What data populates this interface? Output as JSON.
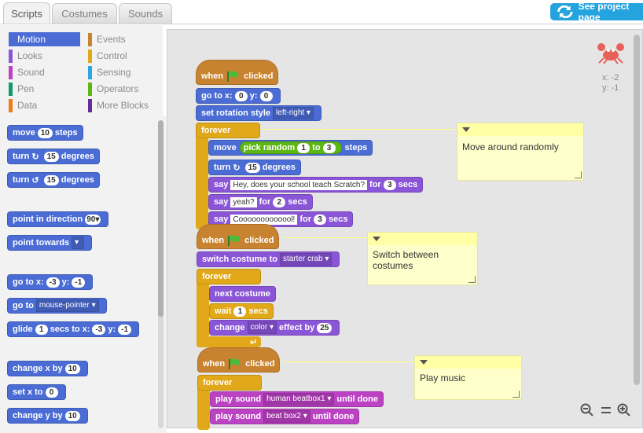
{
  "tabs": [
    {
      "label": "Scripts"
    },
    {
      "label": "Costumes"
    },
    {
      "label": "Sounds"
    }
  ],
  "share": {
    "label": "See project page"
  },
  "categories": [
    {
      "label": "Motion",
      "color": "#4a6cd4"
    },
    {
      "label": "Looks",
      "color": "#8a55d7"
    },
    {
      "label": "Sound",
      "color": "#bb42c3"
    },
    {
      "label": "Pen",
      "color": "#0e9a6c"
    },
    {
      "label": "Data",
      "color": "#ee7d16"
    },
    {
      "label": "Events",
      "color": "#c88330"
    },
    {
      "label": "Control",
      "color": "#e1a91a"
    },
    {
      "label": "Sensing",
      "color": "#2ca5e2"
    },
    {
      "label": "Operators",
      "color": "#5cb712"
    },
    {
      "label": "More Blocks",
      "color": "#632d99"
    }
  ],
  "palette": {
    "move": {
      "a": "move",
      "n": "10",
      "b": "steps"
    },
    "turn_cw": {
      "a": "turn",
      "n": "15",
      "b": "degrees"
    },
    "turn_ccw": {
      "a": "turn",
      "n": "15",
      "b": "degrees"
    },
    "point_dir": {
      "a": "point in direction",
      "n": "90"
    },
    "point_towards": {
      "a": "point towards",
      "d": ""
    },
    "goto_xy": {
      "a": "go to x:",
      "x": "-3",
      "b": "y:",
      "y": "-1"
    },
    "goto": {
      "a": "go to",
      "d": "mouse-pointer"
    },
    "glide": {
      "a": "glide",
      "n": "1",
      "b": "secs to x:",
      "x": "-3",
      "c": "y:",
      "y": "-1"
    },
    "change_x": {
      "a": "change x by",
      "n": "10"
    },
    "set_x": {
      "a": "set x to",
      "n": "0"
    },
    "change_y": {
      "a": "change y by",
      "n": "10"
    }
  },
  "sprite": {
    "x": "x: -2",
    "y": "y: -1"
  },
  "script1": {
    "hat": {
      "a": "when",
      "b": "clicked"
    },
    "goto": {
      "a": "go to x:",
      "x": "0",
      "b": "y:",
      "y": "0"
    },
    "rot": {
      "a": "set rotation style",
      "d": "left-right"
    },
    "forever": "forever",
    "move": {
      "a": "move",
      "r": "pick random",
      "n1": "1",
      "to": "to",
      "n2": "3",
      "b": "steps"
    },
    "turn": {
      "a": "turn",
      "n": "15",
      "b": "degrees"
    },
    "say1": {
      "a": "say",
      "s": "Hey, does your school teach Scratch?",
      "b": "for",
      "n": "3",
      "c": "secs"
    },
    "say2": {
      "a": "say",
      "s": "yeah?",
      "b": "for",
      "n": "2",
      "c": "secs"
    },
    "say3": {
      "a": "say",
      "s": "Cooooooooooool!",
      "b": "for",
      "n": "3",
      "c": "secs"
    }
  },
  "script2": {
    "hat": {
      "a": "when",
      "b": "clicked"
    },
    "switch": {
      "a": "switch costume to",
      "d": "starter crab"
    },
    "forever": "forever",
    "next": "next costume",
    "wait": {
      "a": "wait",
      "n": "1",
      "b": "secs"
    },
    "change": {
      "a": "change",
      "d": "color",
      "b": "effect by",
      "n": "25"
    }
  },
  "script3": {
    "hat": {
      "a": "when",
      "b": "clicked"
    },
    "forever": "forever",
    "play1": {
      "a": "play sound",
      "d": "human beatbox1",
      "b": "until done"
    },
    "play2": {
      "a": "play sound",
      "d": "beat box2",
      "b": "until done"
    }
  },
  "notes": [
    "Move around randomly",
    "Switch between costumes",
    "Play music"
  ]
}
